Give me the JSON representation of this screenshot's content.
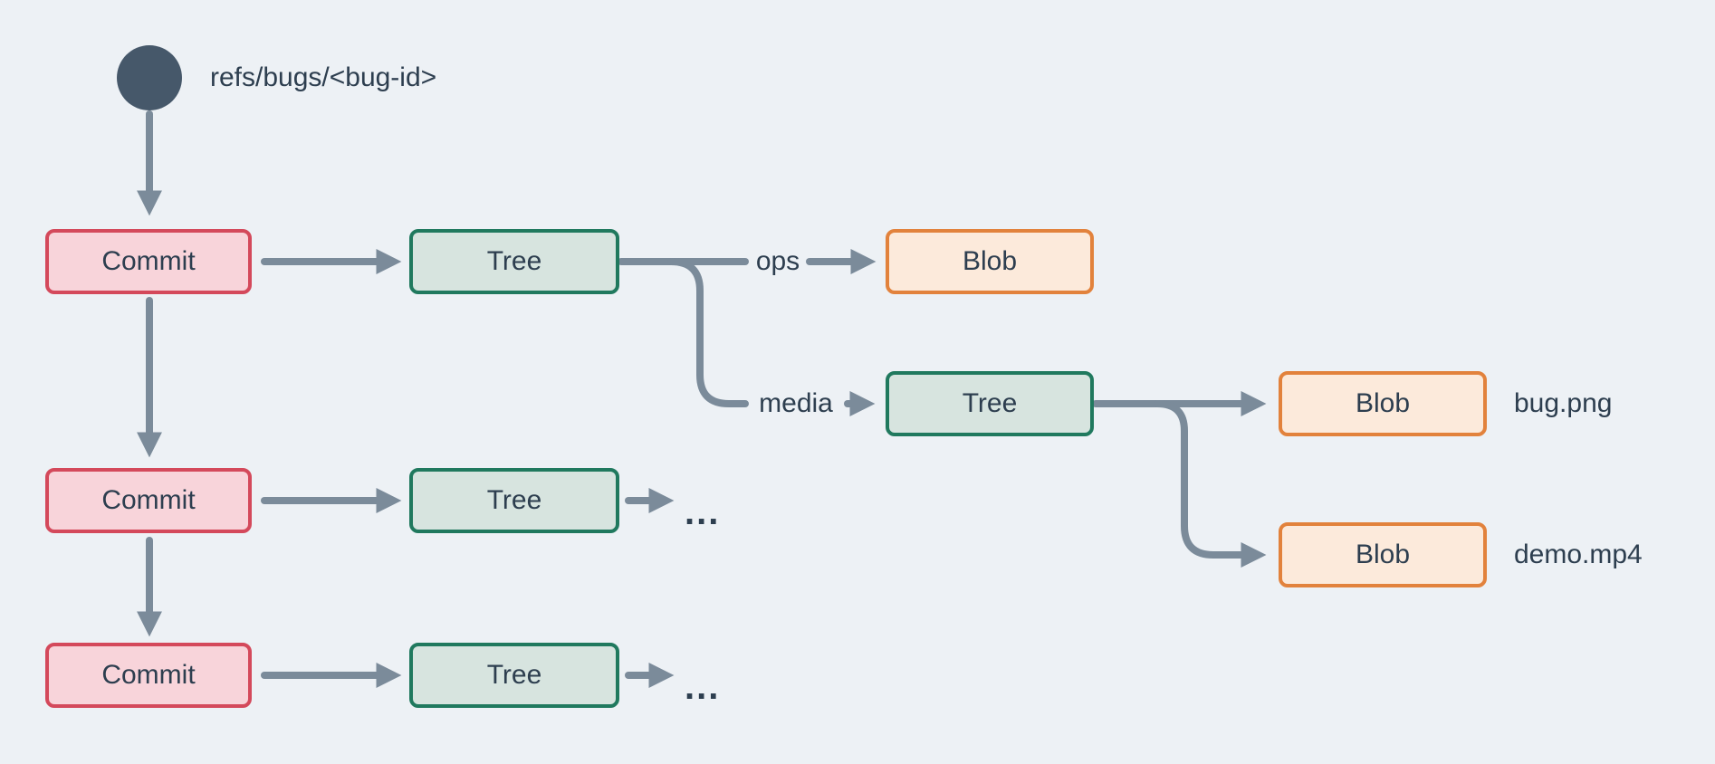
{
  "ref": {
    "label": "refs/bugs/<bug-id>"
  },
  "nodes": {
    "commit1": {
      "label": "Commit"
    },
    "commit2": {
      "label": "Commit"
    },
    "commit3": {
      "label": "Commit"
    },
    "tree_root": {
      "label": "Tree"
    },
    "tree_row2": {
      "label": "Tree"
    },
    "tree_row3": {
      "label": "Tree"
    },
    "tree_media": {
      "label": "Tree"
    },
    "blob_ops": {
      "label": "Blob"
    },
    "blob_bug": {
      "label": "Blob"
    },
    "blob_demo": {
      "label": "Blob"
    }
  },
  "edge_labels": {
    "ops": "ops",
    "media": "media"
  },
  "file_labels": {
    "bug": "bug.png",
    "demo": "demo.mp4"
  },
  "ellipses": {
    "row2": "...",
    "row3": "..."
  },
  "colors": {
    "background": "#edf1f5",
    "arrow": "#7b8b9a",
    "ref_circle": "#46586a",
    "text": "#2d3e4f",
    "commit_fill": "#f8d4da",
    "commit_border": "#d4495b",
    "tree_fill": "#d7e4df",
    "tree_border": "#20795e",
    "blob_fill": "#fceadb",
    "blob_border": "#e2823c"
  }
}
